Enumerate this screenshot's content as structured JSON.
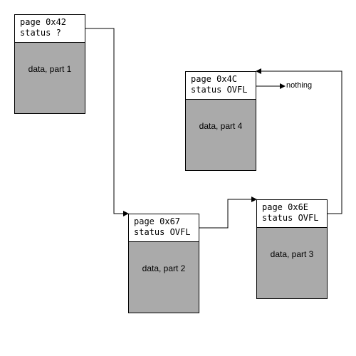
{
  "pages": [
    {
      "id": "0x42",
      "label_line1": "page 0x42",
      "label_line2": "status ?",
      "data_label": "data, part 1"
    },
    {
      "id": "0x67",
      "label_line1": "page 0x67",
      "label_line2": "status OVFL",
      "data_label": "data, part 2"
    },
    {
      "id": "0x6E",
      "label_line1": "page 0x6E",
      "label_line2": "status OVFL",
      "data_label": "data, part 3"
    },
    {
      "id": "0x4C",
      "label_line1": "page 0x4C",
      "label_line2": "status OVFL",
      "data_label": "data, part 4"
    }
  ],
  "terminal_label": "nothing",
  "colors": {
    "header_fill": "#ffffff",
    "body_fill": "#aaaaaa",
    "stroke": "#000000"
  }
}
